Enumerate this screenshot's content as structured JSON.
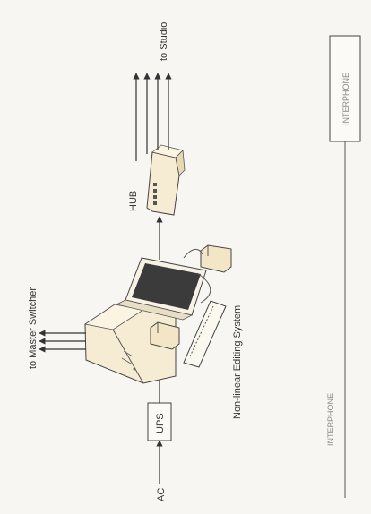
{
  "labels": {
    "ac": "AC",
    "ups": "UPS",
    "to_master_switcher": "to Master Switcher",
    "non_linear_editing_system": "Non-linear Editing System",
    "hub": "HUB",
    "to_studio": "to Studio",
    "interphone_box": "INTERPHONE",
    "interphone_line": "INTERPHONE"
  },
  "colors": {
    "line": "#333333",
    "equipment_fill": "#f6ecd3",
    "equipment_shade": "#e8d9b5",
    "screen": "#3b3b3b",
    "background": "#f7f6f2"
  }
}
